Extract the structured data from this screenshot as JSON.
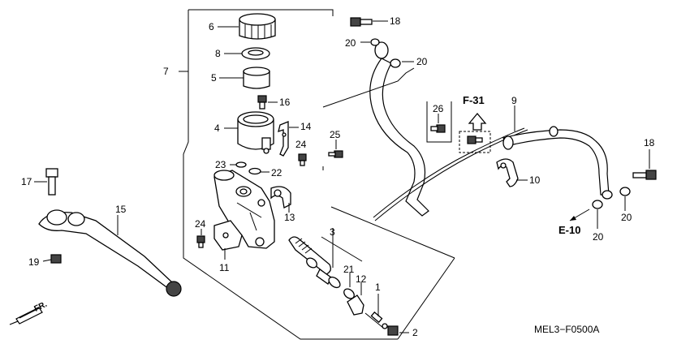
{
  "callouts": {
    "p1": "1",
    "p2": "2",
    "p3": "3",
    "p4": "4",
    "p5": "5",
    "p6": "6",
    "p7": "7",
    "p8": "8",
    "p9": "9",
    "p10": "10",
    "p11": "11",
    "p12": "12",
    "p13": "13",
    "p14": "14",
    "p15": "15",
    "p16": "16",
    "p17": "17",
    "p18a": "18",
    "p18b": "18",
    "p19": "19",
    "p20a": "20",
    "p20b": "20",
    "p20c": "20",
    "p20d": "20",
    "p21": "21",
    "p22": "22",
    "p23": "23",
    "p24a": "24",
    "p24b": "24",
    "p25": "25",
    "p26": "26"
  },
  "refs": {
    "f31": "F-31",
    "e10": "E-10",
    "fr": "FR."
  },
  "diagram_code": "MEL3−F0500A"
}
